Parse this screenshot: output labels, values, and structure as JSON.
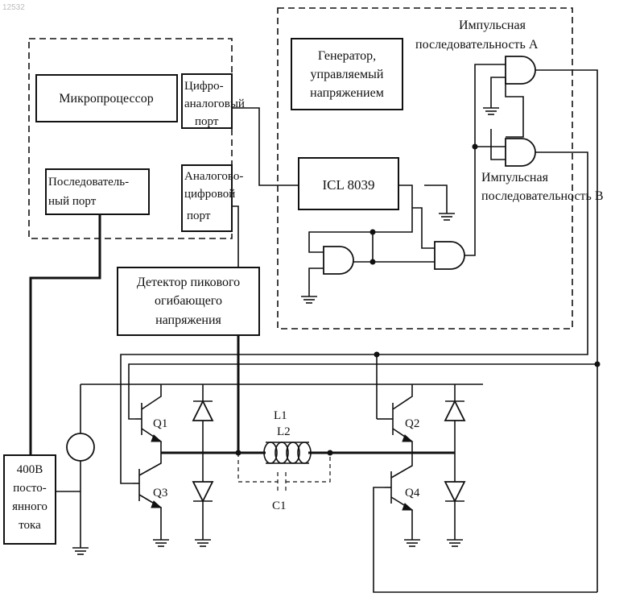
{
  "watermark": "12532",
  "blocks": {
    "microprocessor": "Микропроцессор",
    "dac_port": [
      "Цифро-",
      "аналоговый",
      "порт"
    ],
    "adc_port": [
      "Аналогово-",
      "цифровой",
      "порт"
    ],
    "serial_port": [
      "Последователь-",
      "ный порт"
    ],
    "vco": [
      "Генератор,",
      "управляемый",
      "напряжением"
    ],
    "icl": "ICL 8039",
    "peak_detector": [
      "Детектор пикового",
      "огибающего",
      "напряжения"
    ],
    "supply": [
      "400В",
      "посто-",
      "янного",
      "тока"
    ]
  },
  "labels": {
    "pulse_a": [
      "Импульсная",
      "последовательность А"
    ],
    "pulse_b": [
      "Импульсная",
      "последовательность В"
    ],
    "l1": "L1",
    "l2": "L2",
    "c1": "C1",
    "q1": "Q1",
    "q2": "Q2",
    "q3": "Q3",
    "q4": "Q4"
  }
}
